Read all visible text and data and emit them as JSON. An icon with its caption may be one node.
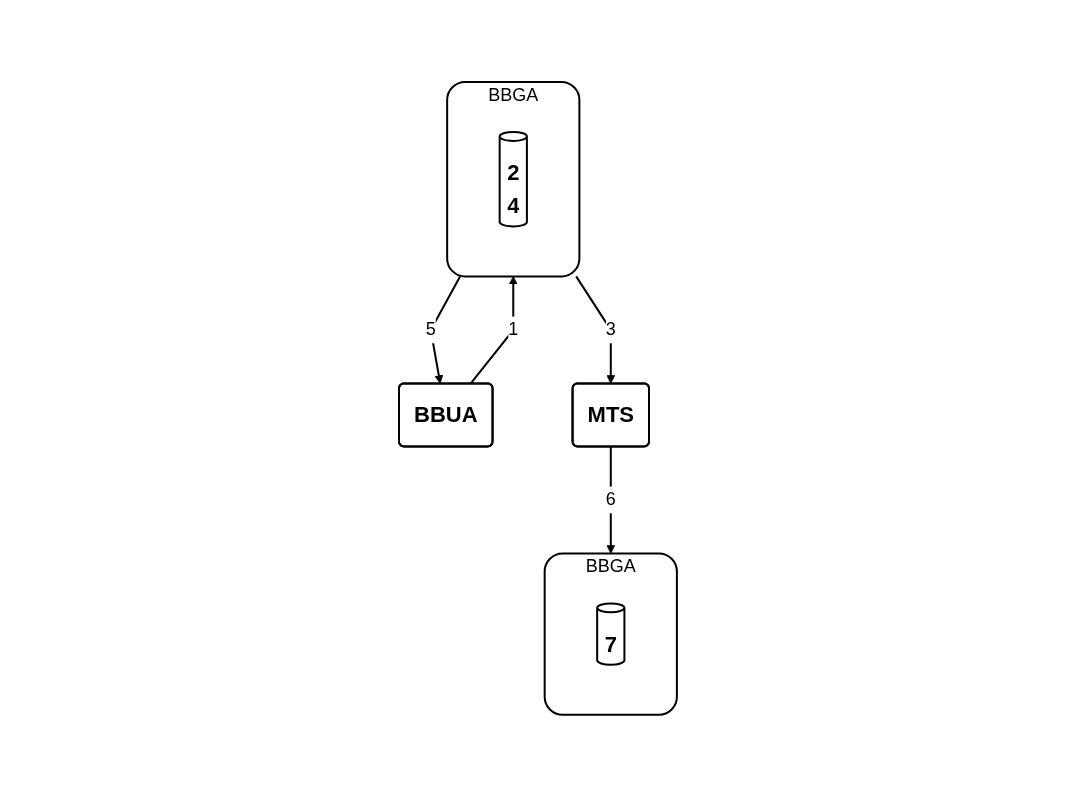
{
  "diagram": {
    "nodes": [
      {
        "text": [
          "BBUA"
        ]
      },
      {
        "text": [
          "BBGA"
        ]
      },
      {
        "text": [
          "2",
          "4"
        ],
        "in": 1
      },
      {
        "text": [
          "BBGA"
        ]
      },
      {
        "text": [
          "7"
        ],
        "in": 3
      },
      {
        "text": [
          "MTS"
        ]
      }
    ],
    "edges": [
      {
        "from": 0,
        "to": 1,
        "arrow": "to",
        "label": "1"
      },
      {
        "from": 1,
        "to": 0,
        "arrow": "to",
        "label": "5"
      },
      {
        "from": 1,
        "to": 5,
        "arrow": "to",
        "label": "3"
      },
      {
        "from": 5,
        "to": 3,
        "arrow": "to",
        "label": "6"
      }
    ]
  }
}
